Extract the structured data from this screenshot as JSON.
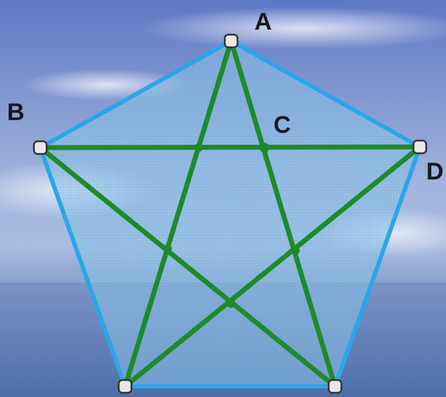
{
  "labels": {
    "a": "A",
    "b": "B",
    "c": "C",
    "d": "D"
  },
  "colors": {
    "pentagon_stroke": "#2aa6e8",
    "pentagon_fill": "#8cc3e6",
    "star_stroke": "#1f8a2a",
    "handle_stroke": "#333333",
    "handle_fill": "#e8e8e8",
    "label": "#141820"
  }
}
